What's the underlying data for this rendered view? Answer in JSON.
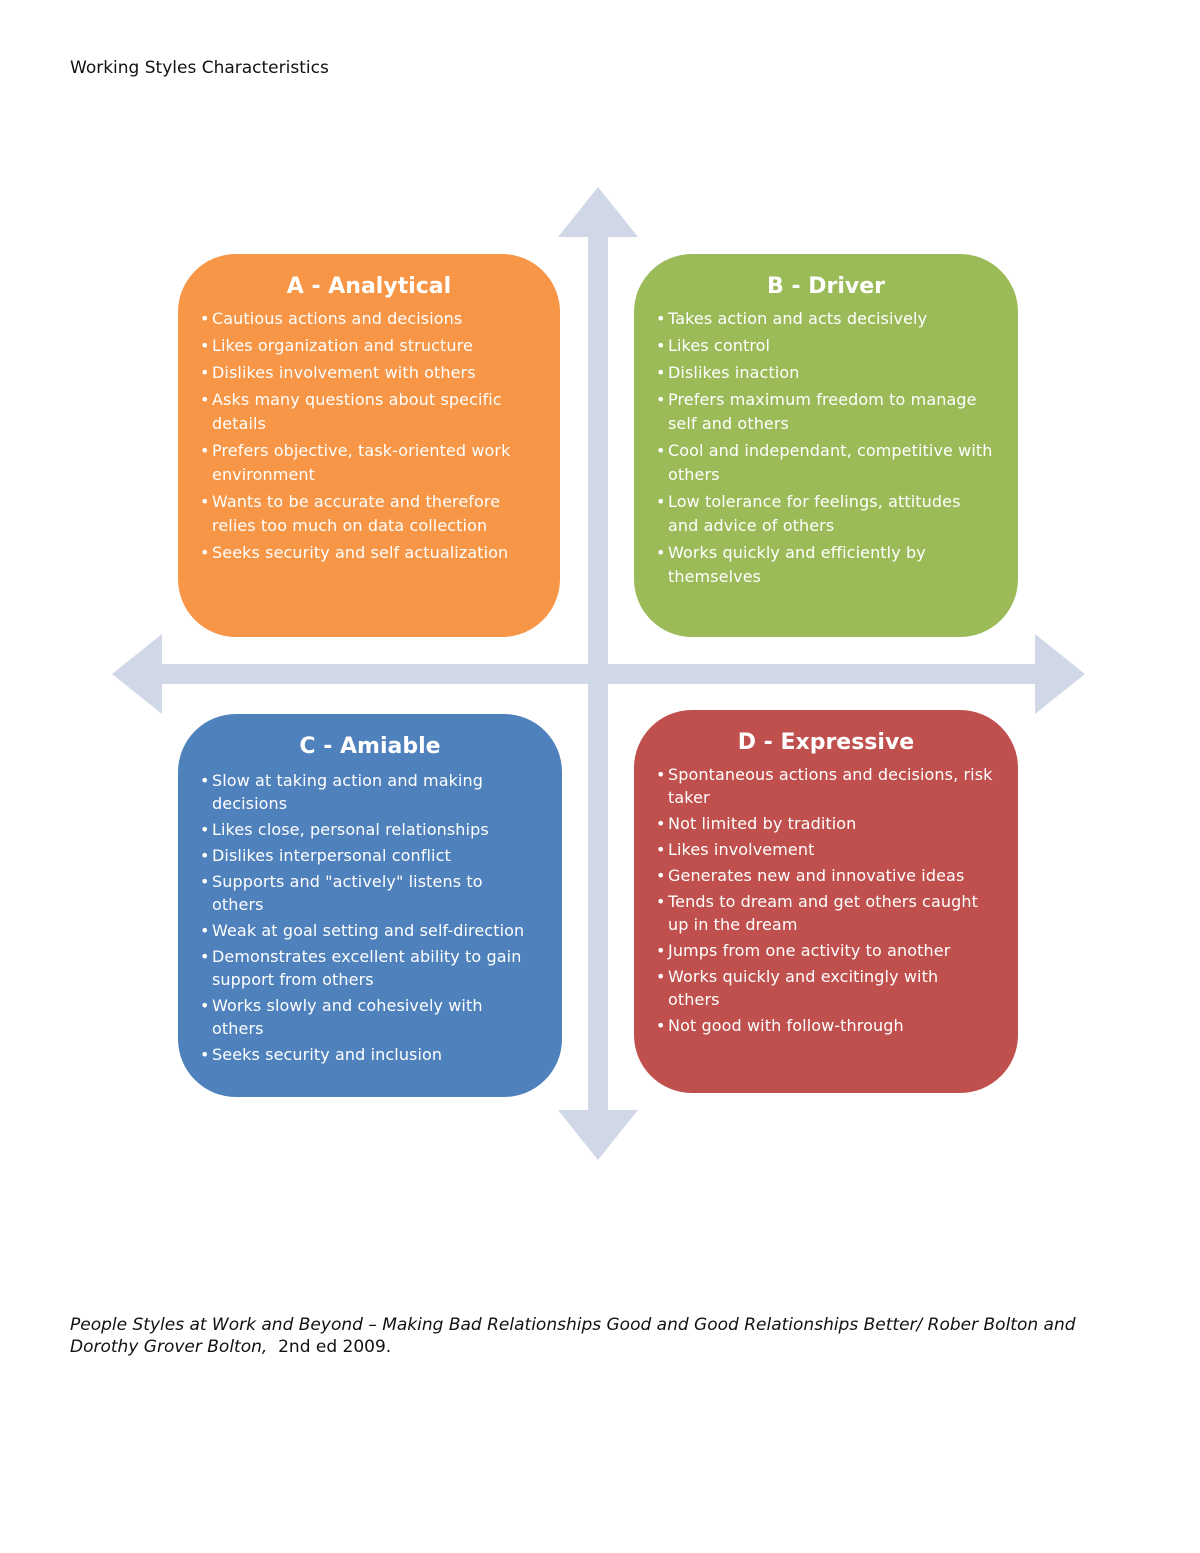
{
  "page": {
    "title": "Working Styles Characteristics"
  },
  "colors": {
    "axis": "#d0d8e8",
    "analytical": "#f79646",
    "driver": "#9bbb59",
    "amiable": "#4f81bd",
    "expressive": "#c0504d"
  },
  "quadrants": {
    "a": {
      "title": "A - Analytical",
      "items": [
        "Cautious actions and decisions",
        "Likes organization and structure",
        "Dislikes involvement with others",
        "Asks many questions about specific details",
        "Prefers objective, task-oriented work environment",
        "Wants to be accurate and therefore relies too much on data collection",
        "Seeks security and self actualization"
      ]
    },
    "b": {
      "title": "B - Driver",
      "items": [
        "Takes action and acts decisively",
        "Likes control",
        "Dislikes inaction",
        "Prefers maximum freedom to manage self and others",
        "Cool and independant, competitive with others",
        "Low tolerance for feelings, attitudes and advice of others",
        "Works quickly and efficiently by themselves"
      ]
    },
    "c": {
      "title": "C - Amiable",
      "items": [
        "Slow at taking action and making decisions",
        "Likes close, personal relationships",
        "Dislikes interpersonal conflict",
        "Supports and \"actively\" listens to others",
        "Weak at goal setting and self-direction",
        "Demonstrates excellent ability to gain support from others",
        "Works slowly and cohesively with others",
        "Seeks security and inclusion"
      ]
    },
    "d": {
      "title": "D - Expressive",
      "items": [
        "Spontaneous actions and decisions, risk taker",
        "Not limited by tradition",
        "Likes involvement",
        "Generates new and innovative ideas",
        "Tends to dream and get others caught up in the dream",
        "Jumps from one activity to another",
        "Works quickly and excitingly with others",
        "Not good with follow-through"
      ]
    }
  },
  "citation": {
    "italic": "People Styles at Work and Beyond – Making Bad Relationships Good and Good Relationships Better/ Rober Bolton and Dorothy Grover Bolton,",
    "plain": "  2nd ed 2009."
  }
}
